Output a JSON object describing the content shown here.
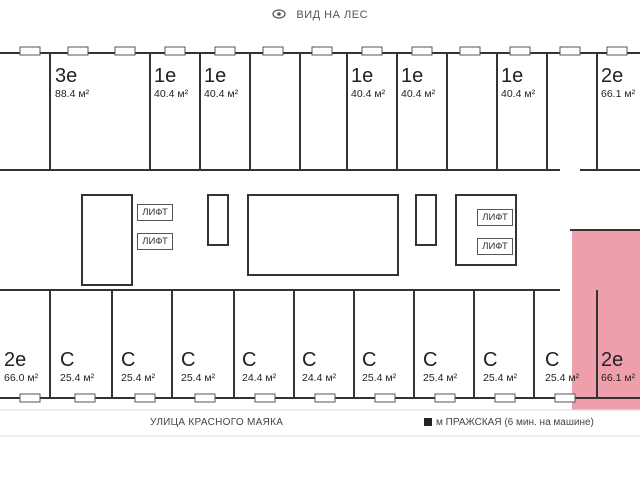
{
  "header": {
    "label": "ВИД НА ЛЕС"
  },
  "apartments_top": [
    {
      "type": "3е",
      "area": "88.4 м²"
    },
    {
      "type": "1е",
      "area": "40.4 м²"
    },
    {
      "type": "1е",
      "area": "40.4 м²"
    },
    {
      "type": "1е",
      "area": "40.4 м²"
    },
    {
      "type": "1е",
      "area": "40.4 м²"
    },
    {
      "type": "1е",
      "area": "40.4 м²"
    },
    {
      "type": "2е",
      "area": "66.1 м²"
    }
  ],
  "apartments_bottom": [
    {
      "type": "2е",
      "area": "66.0 м²"
    },
    {
      "type": "С",
      "area": "25.4 м²"
    },
    {
      "type": "С",
      "area": "25.4 м²"
    },
    {
      "type": "С",
      "area": "25.4 м²"
    },
    {
      "type": "С",
      "area": "24.4 м²"
    },
    {
      "type": "С",
      "area": "24.4 м²"
    },
    {
      "type": "С",
      "area": "25.4 м²"
    },
    {
      "type": "С",
      "area": "25.4 м²"
    },
    {
      "type": "С",
      "area": "25.4 м²"
    },
    {
      "type": "С",
      "area": "25.4 м²"
    },
    {
      "type": "2е",
      "area": "66.1 м²"
    }
  ],
  "lifts": [
    "ЛИФТ",
    "ЛИФТ",
    "ЛИФТ",
    "ЛИФТ"
  ],
  "footer": {
    "street": "УЛИЦА КРАСНОГО МАЯКА",
    "metro": "м ПРАЖСКАЯ (6 мин. на машине)"
  },
  "highlight_color": "#ee9aa8"
}
